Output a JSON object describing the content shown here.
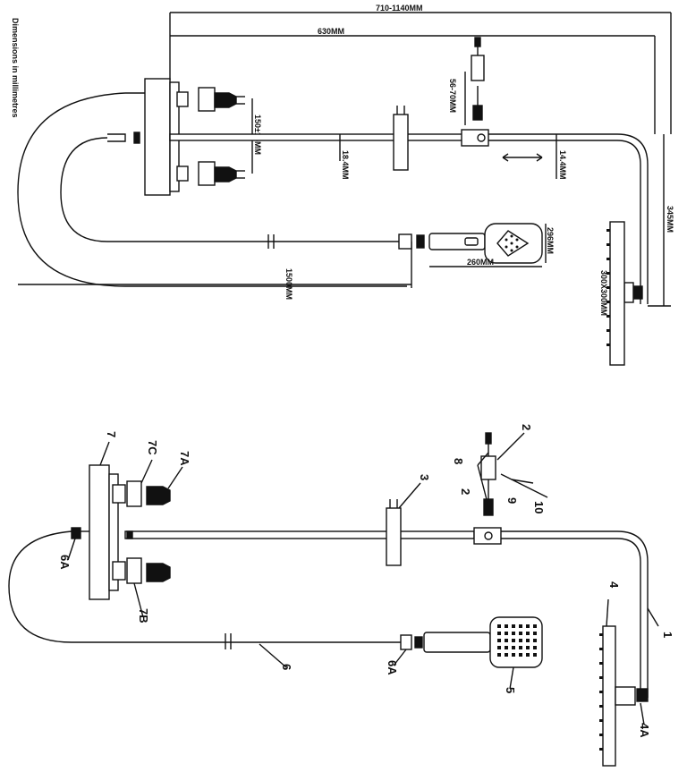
{
  "top_diagram": {
    "dimensions": {
      "total_width": "710-1140MM",
      "bar_length": "630MM",
      "valve_spacing": "150±15MM",
      "bar_diameter": "18.4MM",
      "slider_range": "56-70MM",
      "arm_diameter": "14.4MM",
      "drop_height": "345MM",
      "head_size": "300X300MM",
      "hose_length": "1500MM",
      "handset_length": "260MM",
      "handset_width": "296MM"
    },
    "vertical_note": "Dimensions in millimetres"
  },
  "bottom_diagram": {
    "part_labels": {
      "p1": "1",
      "p2a": "2",
      "p2b": "2",
      "p3": "3",
      "p4": "4",
      "p4a": "4A",
      "p5": "5",
      "p6": "6",
      "p6a_left": "6A",
      "p6a_right": "6A",
      "p7": "7",
      "p7a": "7A",
      "p7b": "7B",
      "p7c": "7C",
      "p8": "8",
      "p9": "9",
      "p10": "10"
    }
  }
}
